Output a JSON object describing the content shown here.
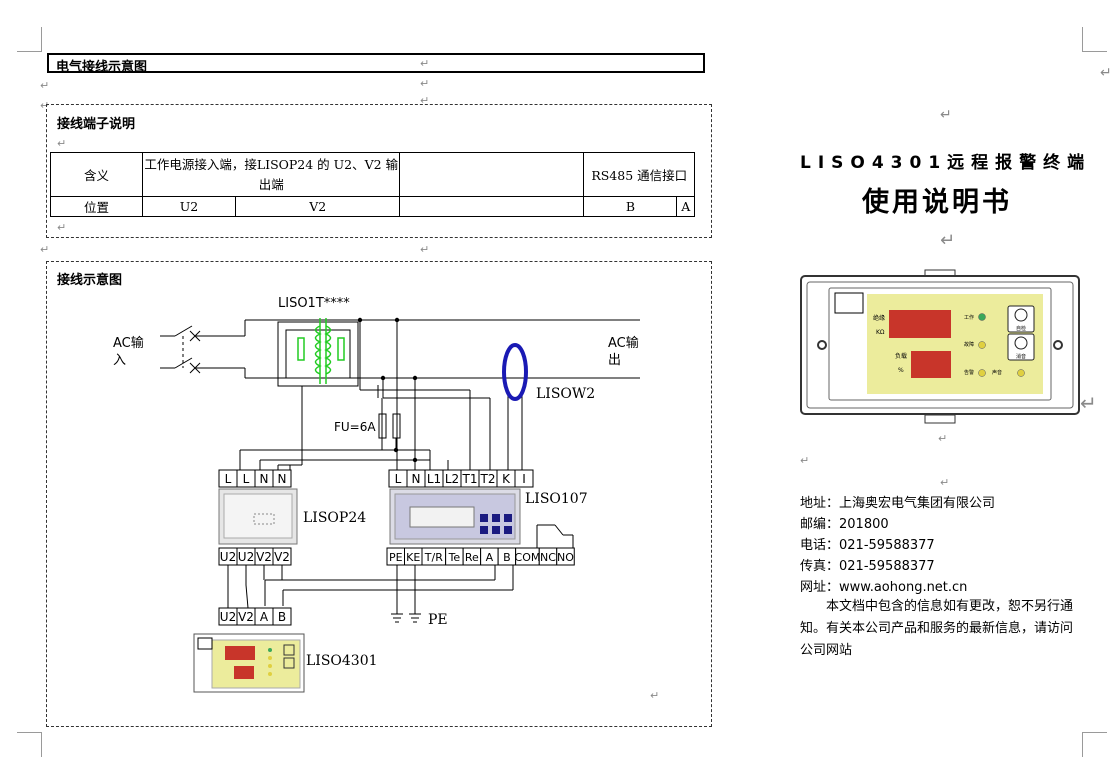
{
  "heading": "电气接线示意图",
  "terminal_section": {
    "title": "接线端子说明",
    "row1": [
      "含义",
      "工作电源接入端，接LISOP24 的 U2、V2 输出端",
      "",
      "RS485 通信接口"
    ],
    "row2": [
      "位置",
      "U2",
      "V2",
      "",
      "B",
      "A"
    ]
  },
  "diagram_section": {
    "title": "接线示意图",
    "labels": {
      "transformer": "LISO1T****",
      "ac_in": "AC输入",
      "ac_out": "AC输出",
      "ct": "LISOW2",
      "fuse": "FU=6A",
      "psu": "LISOP24",
      "monitor": "LISO107",
      "remote": "LISO4301",
      "pe": "PE"
    },
    "psu_top_terminals": [
      "L",
      "L",
      "N",
      "N"
    ],
    "psu_bottom_terminals": [
      "U2",
      "U2",
      "V2",
      "V2"
    ],
    "monitor_top_terminals": [
      "L",
      "N",
      "L1",
      "L2",
      "T1",
      "T2",
      "K",
      "I"
    ],
    "monitor_bottom_terminals": [
      "PE",
      "KE",
      "T/R",
      "Te",
      "Re",
      "A",
      "B",
      "COM",
      "NC",
      "NO"
    ],
    "remote_terminals": [
      "U2",
      "V2",
      "A",
      "B"
    ]
  },
  "cover": {
    "title_line": "LISO4301远程报警终端",
    "subtitle": "使用说明书",
    "panel": {
      "label_insulation": "绝缘",
      "unit_kohm": "KΩ",
      "label_load": "负载",
      "unit_percent": "%",
      "led_labels": [
        "工作",
        "故障",
        "告警",
        "声音"
      ],
      "btn_labels": [
        "自检",
        "消音"
      ],
      "led_colors": [
        "#3aa85a",
        "#e0d040",
        "#e0d040",
        "#e0d040"
      ]
    },
    "contact": {
      "address": "地址：上海奥宏电气集团有限公司",
      "postcode": "邮编：201800",
      "phone": "电话：021-59588377",
      "fax": "传真：021-59588377",
      "website": "网址：www.aohong.net.cn"
    },
    "notice": "本文档中包含的信息如有更改，恕不另行通知。有关本公司产品和服务的最新信息，请访问公司网站"
  },
  "colors": {
    "transformer_coil": "#22cc22",
    "ct_ring": "#1a1ab4",
    "display_red": "#c8352a",
    "panel_yellow": "#ecec9c"
  }
}
